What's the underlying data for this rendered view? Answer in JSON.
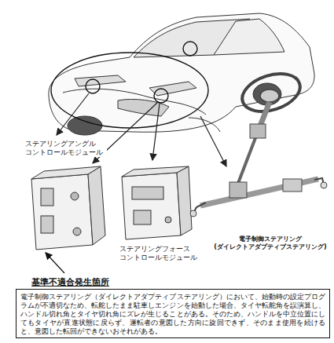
{
  "diagram": {
    "nodes": [
      {
        "text": [
          "ステアリングアングル コントロールモジュール"
        ]
      },
      {
        "text": [
          "ステアリングフォース コントロールモジュール"
        ]
      },
      {
        "text": [
          "基準不適合発生箇所",
          "電子制御ステアリング（ダイレクトアダプティブステアリング）において、始動時の設定プログラムが不適切なため、転舵したまま駐車しエンジンを始動した場合、タイヤ転舵角を誤演算し、ハンドル切れ角とタイヤ切れ角にズレが生じることがある。そのため、ハンドルを中立位置にしてもタイヤが直進状態に戻らず、運転者の意図した方向に旋回できず、そのまま使用を続けると、意図した転回ができないおそれがある。"
        ]
      }
    ],
    "edges": [
      {
        "from": 2,
        "to": 0,
        "arrow": "to"
      }
    ],
    "labels": [
      "電子制御ステアリング (ダイレクトアダプティブステアリング)"
    ]
  }
}
